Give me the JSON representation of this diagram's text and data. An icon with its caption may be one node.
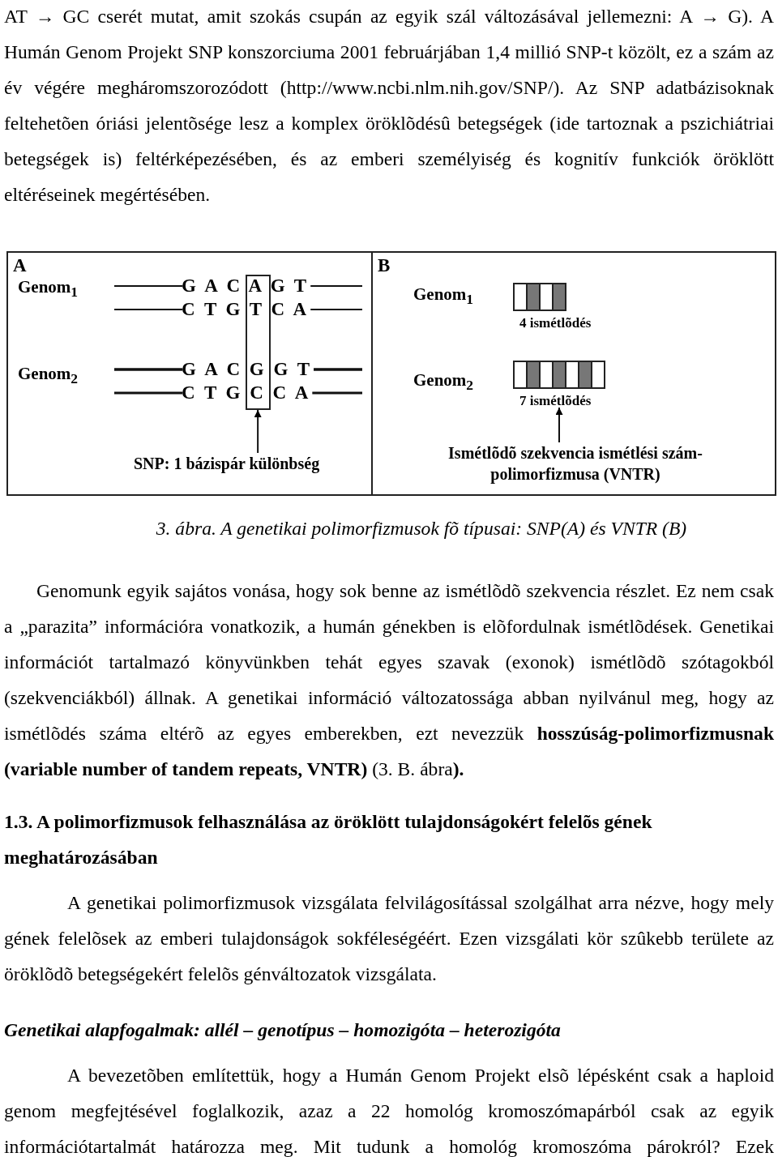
{
  "diagram": {
    "caption": "3. ábra. A genetikai polimorfizmusok fõ típusai: SNP(A) és VNTR (B)",
    "nodes": [
      {
        "text": [
          "A"
        ]
      },
      {
        "text": [
          "SNP: 1 bázispár különbség"
        ],
        "in": 0
      },
      {
        "text": [],
        "shape": "box",
        "in": 0
      },
      {
        "text": [
          "B"
        ]
      },
      {
        "text": [
          "Ismétlõdõ szekvencia ismétlési szám-polimorfizmusa (VNTR)"
        ],
        "in": 3
      },
      {
        "text": [],
        "shape": "box",
        "in": 3,
        "beside": [
          "4 ismétlõdés"
        ]
      },
      {
        "text": [],
        "shape": "box",
        "in": 3,
        "beside": [
          "7 ismétlõdés"
        ]
      }
    ],
    "edges": [
      {
        "from": 1,
        "to": 2,
        "arrow": "to"
      },
      {
        "from": 4,
        "to": 6,
        "arrow": "to"
      }
    ],
    "labels": [
      "AT → GC cserét mutat, amit szokás csupán az egyik szál változásával jellemezni: A → G). A Humán Genom Projekt SNP konszorciuma 2001 februárjában 1,4 millió SNP-t közölt, ez a szám az év végére megháromszorozódott (http://www.ncbi.nlm.nih.gov/SNP/). Az SNP adatbázisoknak feltehetõen óriási jelentõsége lesz a komplex öröklõdésû betegségek (ide tartoznak a pszichiátriai betegségek is) feltérképezésében, és az emberi személyiség és kognitív funkciók öröklött eltéréseinek megértésében.",
      "Genom$_{1}$",
      "G A C A G T",
      "C T G T C A",
      "Genom$_{1}$",
      "Genom$_{2}$",
      "G A C G G T",
      "C T G C C A",
      "Genom$_{2}$",
      "Genomunk egyik sajátos vonása, hogy sok benne az ismétlõdõ szekvencia részlet. Ez nem csak a „parazita” információra vonatkozik, a humán génekben is elõfordulnak ismétlõdések. Genetikai információt tartalmazó könyvünkben tehát egyes szavak (exonok) ismétlõdõ szótagokból (szekvenciákból) állnak. A genetikai információ változatossága abban nyilvánul meg, hogy az ismétlõdés száma eltérõ az egyes emberekben, ezt nevezzük **hosszúság-polimorfizmusnak (variable number of tandem repeats, VNTR)** (3. B. ábra**).**",
      "1.3. A polimorfizmusok felhasználása az öröklött tulajdonságokért felelõs gének meghatározásában",
      "A genetikai polimorfizmusok vizsgálata felvilágosítással szolgálhat arra nézve, hogy mely gének felelõsek az emberi tulajdonságok sokféleségéért. Ezen vizsgálati kör szûkebb területe az öröklõdõ betegségekért felelõs génváltozatok vizsgálata.",
      "Genetikai alapfogalmak: allél – genotípus – homozigóta – heterozigóta",
      "A bevezetõben említettük, hogy a Humán Genom Projekt elsõ lépésként csak a haploid genom megfejtésével foglalkozik, azaz a 22 homológ kromoszómapárból csak az egyik információtartalmát határozza meg. Mit tudunk a homológ kromoszóma párokról? Ezek"
    ]
  }
}
